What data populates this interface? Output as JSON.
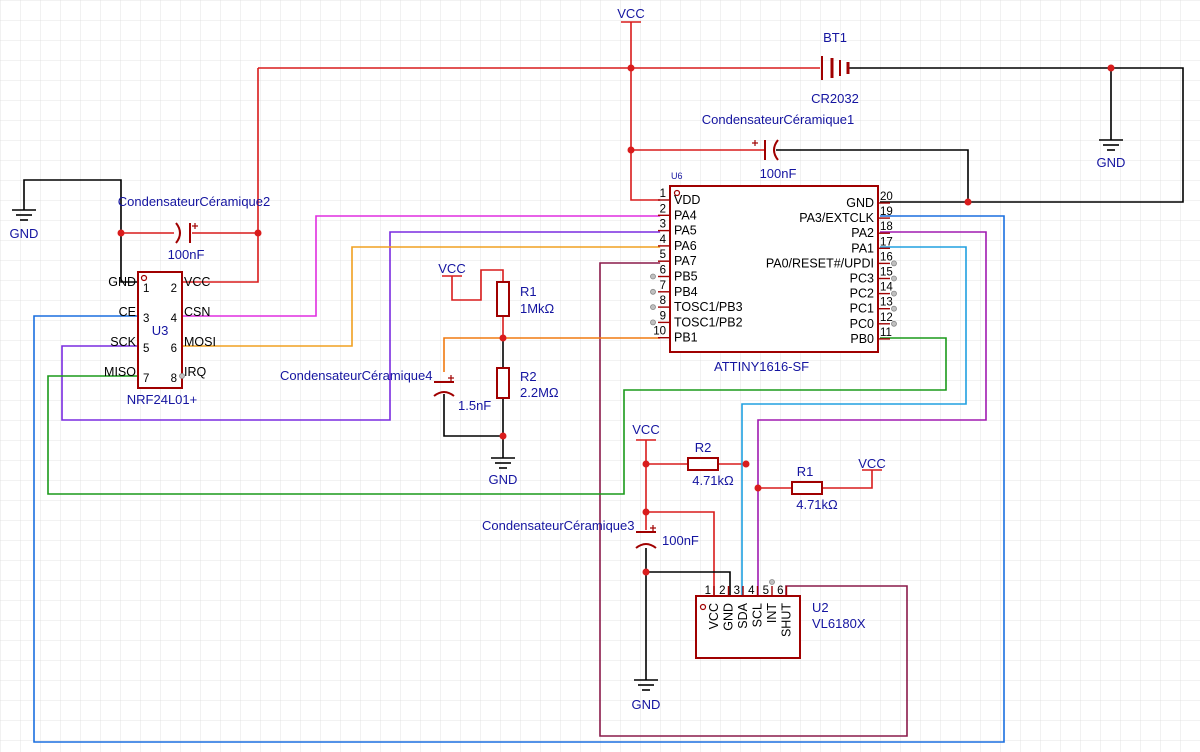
{
  "labels": {
    "vcc_top": "VCC",
    "bt1_ref": "BT1",
    "bt1_value": "CR2032",
    "gnd_bt": "GND",
    "c1_name": "CondensateurCéramique1",
    "c1_value": "100nF",
    "c2_name": "CondensateurCéramique2",
    "c2_value": "100nF",
    "gnd_left": "GND",
    "u6_ref": "U6",
    "u6_part": "ATTINY1616-SF",
    "u3_ref": "U3",
    "u3_part": "NRF24L01+",
    "vcc_r1": "VCC",
    "r1_ref": "R1",
    "r1_value": "1MkΩ",
    "r2_ref": "R2",
    "r2_value": "2.2MΩ",
    "c4_name": "CondensateurCéramique4",
    "c4_value": "1.5nF",
    "gnd_mid": "GND",
    "vcc_u2": "VCC",
    "r2b_ref": "R2",
    "r2b_value": "4.71kΩ",
    "r1b_ref": "R1",
    "r1b_value": "4.71kΩ",
    "vcc_r1b": "VCC",
    "c3_name": "CondensateurCéramique3",
    "c3_value": "100nF",
    "u2_ref": "U2",
    "u2_part": "VL6180X",
    "gnd_bottom": "GND"
  },
  "u6": {
    "left_pins": [
      {
        "num": "1",
        "name": "VDD"
      },
      {
        "num": "2",
        "name": "PA4"
      },
      {
        "num": "3",
        "name": "PA5"
      },
      {
        "num": "4",
        "name": "PA6"
      },
      {
        "num": "5",
        "name": "PA7"
      },
      {
        "num": "6",
        "name": "PB5"
      },
      {
        "num": "7",
        "name": "PB4"
      },
      {
        "num": "8",
        "name": "TOSC1/PB3"
      },
      {
        "num": "9",
        "name": "TOSC1/PB2"
      },
      {
        "num": "10",
        "name": "PB1"
      }
    ],
    "right_pins": [
      {
        "num": "20",
        "name": "GND"
      },
      {
        "num": "19",
        "name": "PA3/EXTCLK"
      },
      {
        "num": "18",
        "name": "PA2"
      },
      {
        "num": "17",
        "name": "PA1"
      },
      {
        "num": "16",
        "name": "PA0/RESET#/UPDI"
      },
      {
        "num": "15",
        "name": "PC3"
      },
      {
        "num": "14",
        "name": "PC2"
      },
      {
        "num": "13",
        "name": "PC1"
      },
      {
        "num": "12",
        "name": "PC0"
      },
      {
        "num": "11",
        "name": "PB0"
      }
    ]
  },
  "u3": {
    "left_pins": [
      {
        "num": "1",
        "name": "GND"
      },
      {
        "num": "3",
        "name": "CE"
      },
      {
        "num": "5",
        "name": "SCK"
      },
      {
        "num": "7",
        "name": "MISO"
      }
    ],
    "right_pins": [
      {
        "num": "2",
        "name": "VCC"
      },
      {
        "num": "4",
        "name": "CSN"
      },
      {
        "num": "6",
        "name": "MOSI"
      },
      {
        "num": "8",
        "name": "IRQ"
      }
    ]
  },
  "u2": {
    "pins": [
      {
        "num": "1",
        "name": "VCC"
      },
      {
        "num": "2",
        "name": "GND"
      },
      {
        "num": "3",
        "name": "SDA"
      },
      {
        "num": "4",
        "name": "SCL"
      },
      {
        "num": "5",
        "name": "INT"
      },
      {
        "num": "6",
        "name": "SHUT"
      }
    ]
  },
  "colors": {
    "vcc_net": "#d91c1c",
    "gnd_net": "#000000",
    "pa4_net": "#e02fe0",
    "pa5_net": "#7a2be0",
    "pa6_net": "#f0a020",
    "pa7_net": "#8a1a4a",
    "pb1_net": "#f07a10",
    "pa3_net": "#1a6fdf",
    "pa2_net": "#a01ab0",
    "pa1_net": "#20a0e0",
    "pb0_net": "#1a9a1a",
    "component": "#a00000",
    "label": "#1414a0"
  }
}
